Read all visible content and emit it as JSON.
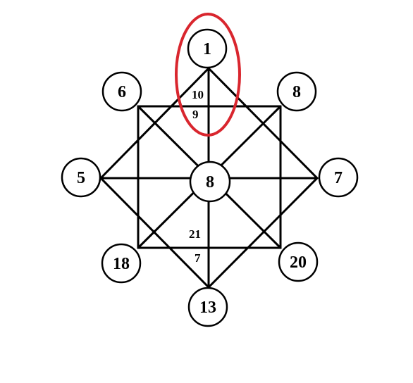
{
  "diagram": {
    "nodes": {
      "top": "1",
      "upper_left": "6",
      "upper_right": "8",
      "left": "5",
      "center": "8",
      "right": "7",
      "lower_left": "18",
      "lower_right": "20",
      "bottom": "13"
    },
    "inner_numbers": {
      "upper_a": "10",
      "upper_b": "9",
      "lower_a": "21",
      "lower_b": "7"
    },
    "highlight_color": "#d9262e"
  }
}
